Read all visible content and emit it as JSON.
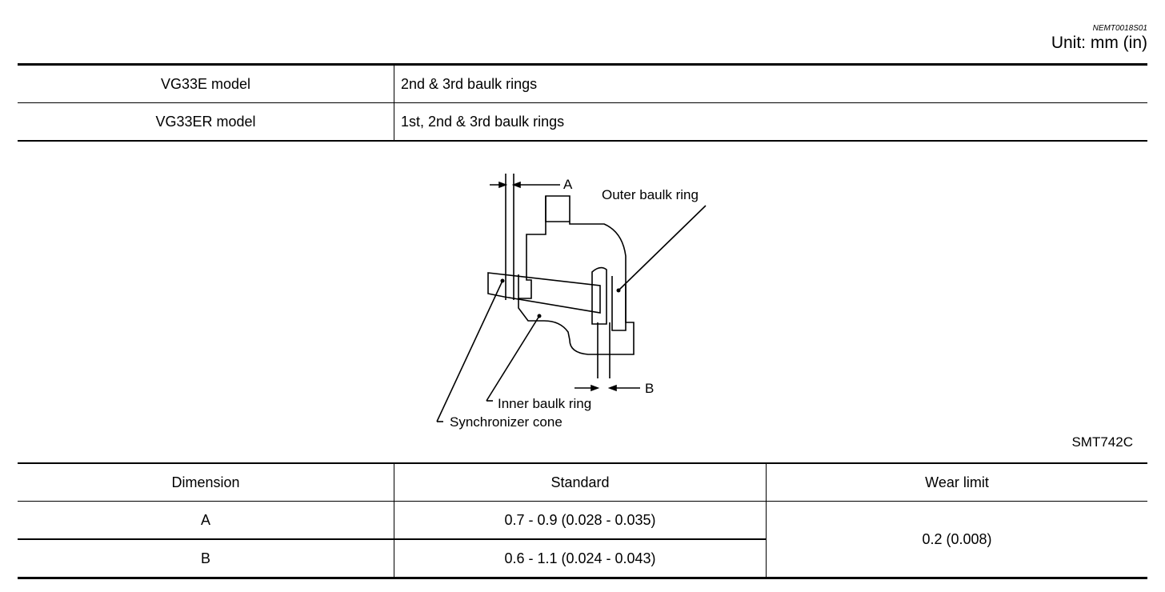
{
  "header": {
    "ref_code": "NEMT0018S01",
    "unit": "Unit: mm (in)"
  },
  "models": [
    {
      "model": "VG33E model",
      "rings": "2nd & 3rd baulk rings"
    },
    {
      "model": "VG33ER model",
      "rings": "1st, 2nd & 3rd baulk rings"
    }
  ],
  "figure": {
    "label_a": "A",
    "label_b": "B",
    "outer_ring": "Outer baulk ring",
    "inner_ring": "Inner baulk ring",
    "cone": "Synchronizer cone",
    "code": "SMT742C"
  },
  "dimensions": {
    "headers": [
      "Dimension",
      "Standard",
      "Wear limit"
    ],
    "rows": [
      {
        "dimension": "A",
        "standard": "0.7 - 0.9 (0.028 - 0.035)"
      },
      {
        "dimension": "B",
        "standard": "0.6 - 1.1 (0.024 - 0.043)"
      }
    ],
    "wear_limit": "0.2 (0.008)"
  }
}
